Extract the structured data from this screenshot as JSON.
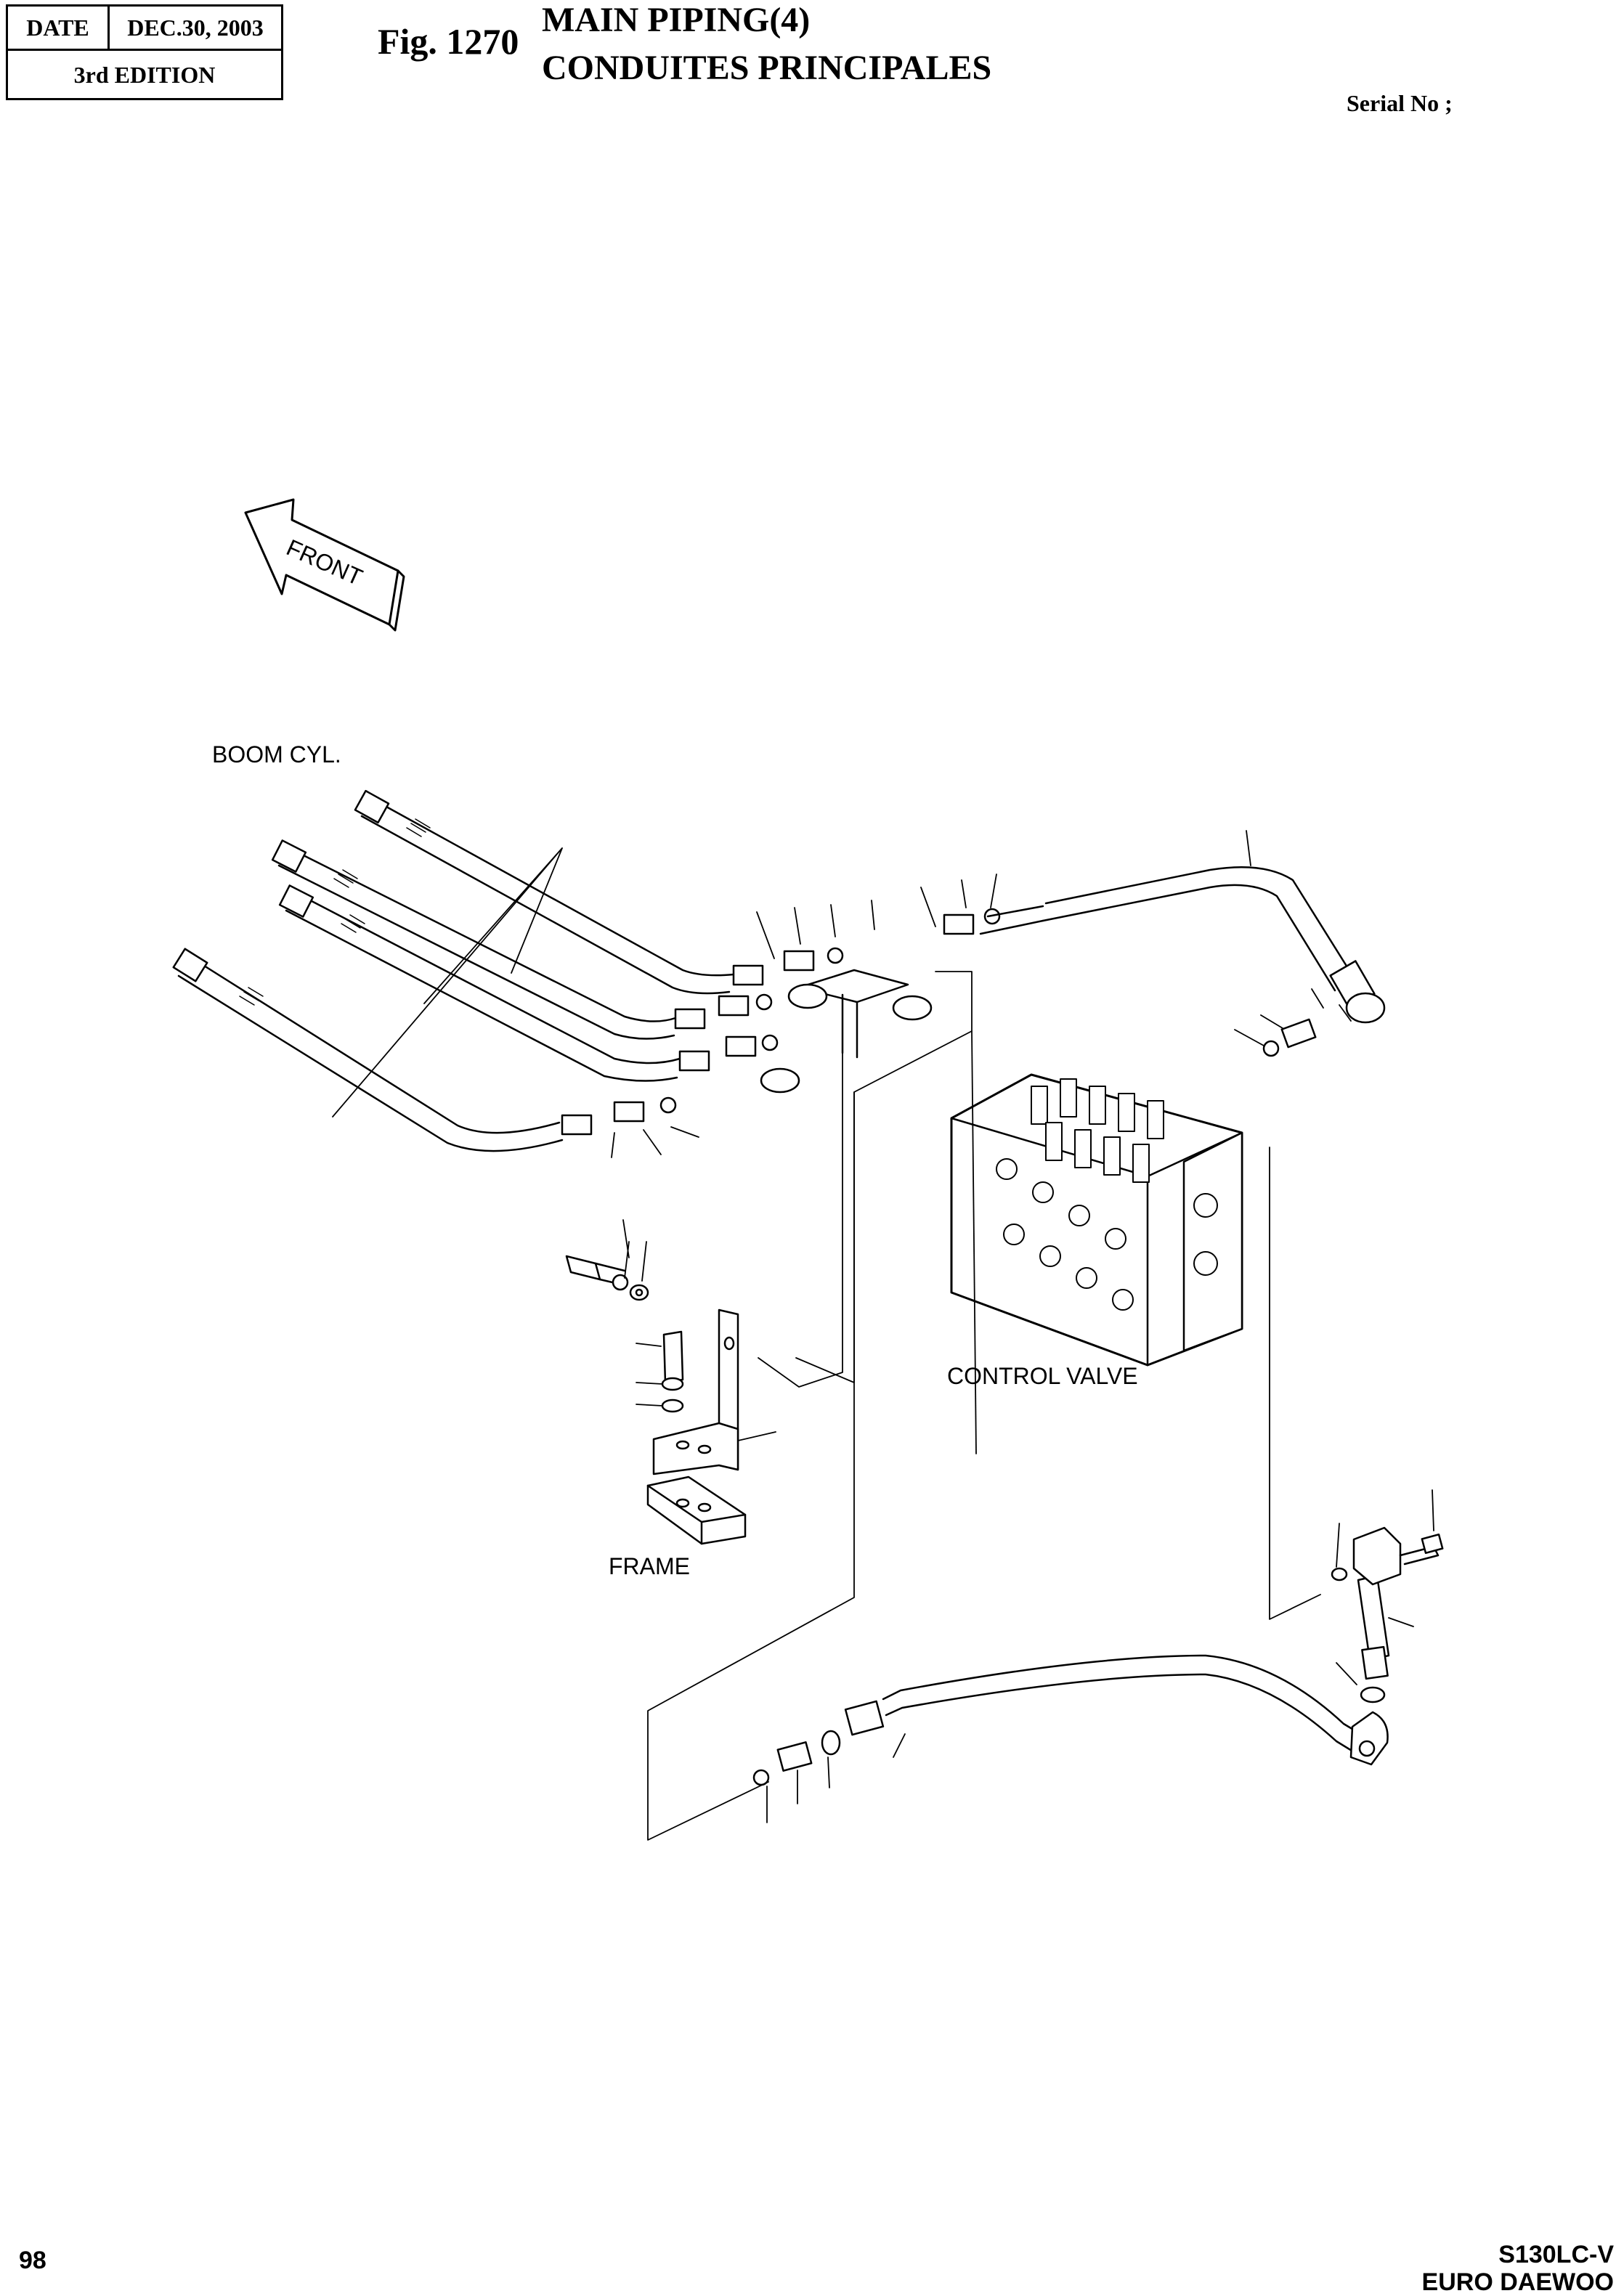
{
  "header": {
    "date_label": "DATE",
    "date_value": "DEC.30, 2003",
    "edition": "3rd  EDITION"
  },
  "title": {
    "fig_number": "Fig. 1270",
    "title_en": "MAIN PIPING(4)",
    "title_fr": "CONDUITES PRINCIPALES",
    "serial": "Serial No ;"
  },
  "diagram": {
    "front_arrow": "FRONT",
    "labels": {
      "boom_cyl": "BOOM CYL.",
      "control_valve": "CONTROL VALVE",
      "frame": "FRAME"
    }
  },
  "footer": {
    "page_number": "98",
    "model": "S130LC-V",
    "brand": "EURO DAEWOO"
  }
}
